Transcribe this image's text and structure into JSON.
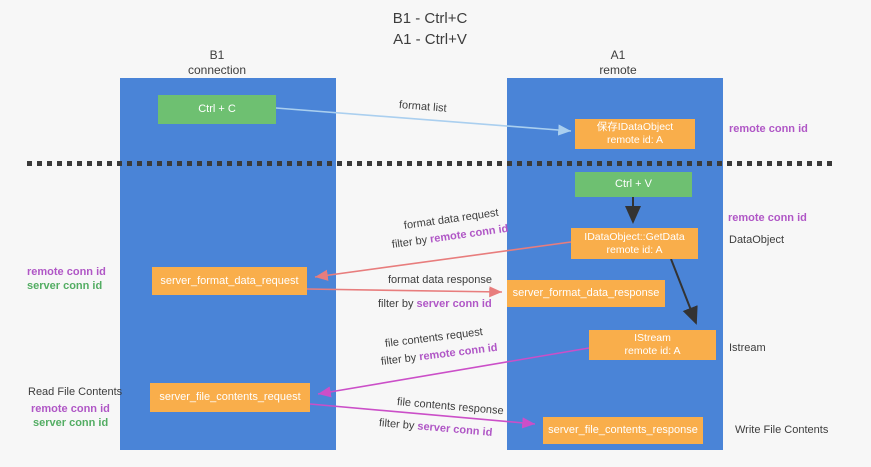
{
  "title": {
    "line1": "B1 - Ctrl+C",
    "line2": "A1 - Ctrl+V"
  },
  "lanes": {
    "left": {
      "name": "B1",
      "subtitle": "connection"
    },
    "right": {
      "name": "A1",
      "subtitle": "remote"
    }
  },
  "boxes": {
    "ctrl_c": {
      "label": "Ctrl + C"
    },
    "ctrl_v": {
      "label": "Ctrl + V"
    },
    "save_dataobject": {
      "line1": "保存IDataObject",
      "line2": "remote id: A"
    },
    "getdata": {
      "line1": "IDataObject::GetData",
      "line2": "remote id: A"
    },
    "istream": {
      "line1": "IStream",
      "line2": "remote id: A"
    },
    "server_format_data_request": {
      "label": "server_format_data_request"
    },
    "server_format_data_response": {
      "label": "server_format_data_response"
    },
    "server_file_contents_request": {
      "label": "server_file_contents_request"
    },
    "server_file_contents_response": {
      "label": "server_file_contents_response"
    }
  },
  "arrow_labels": {
    "format_list": "format list",
    "format_data_request": "format data request",
    "format_data_request_filter": {
      "prefix": "filter by ",
      "highlight": "remote conn id"
    },
    "format_data_response": "format data response",
    "format_data_response_filter": {
      "prefix": "filter by ",
      "highlight": "server conn id"
    },
    "file_contents_request": "file contents request",
    "file_contents_request_filter": {
      "prefix": "filter by ",
      "highlight": "remote conn id"
    },
    "file_contents_response": "file contents response",
    "file_contents_response_filter": {
      "prefix": "filter by ",
      "highlight": "server conn id"
    }
  },
  "side_labels": {
    "remote_conn_id_top": "remote conn id",
    "remote_conn_id_ctrlv": "remote conn id",
    "dataobject": "DataObject",
    "istream": "Istream",
    "write_file_contents": "Write File Contents",
    "read_file_contents": "Read File Contents",
    "left_remote_conn_id_1": "remote conn id",
    "left_server_conn_id_1": "server conn id",
    "left_remote_conn_id_2": "remote conn id",
    "left_server_conn_id_2": "server conn id"
  },
  "colors": {
    "background": "#f7f7f7",
    "lane_blue": "#4a84d7",
    "box_orange": "#f9ae4b",
    "box_green": "#6ec071",
    "arrow_red": "#e87d7d",
    "arrow_magenta": "#cb4fc8",
    "arrow_blue": "#aacfef",
    "arrow_black": "#333333",
    "text_purple": "#b057c6",
    "text_green": "#53ad63",
    "text_dark": "#3d3d3d",
    "dash_dark": "#3a3a3a"
  }
}
